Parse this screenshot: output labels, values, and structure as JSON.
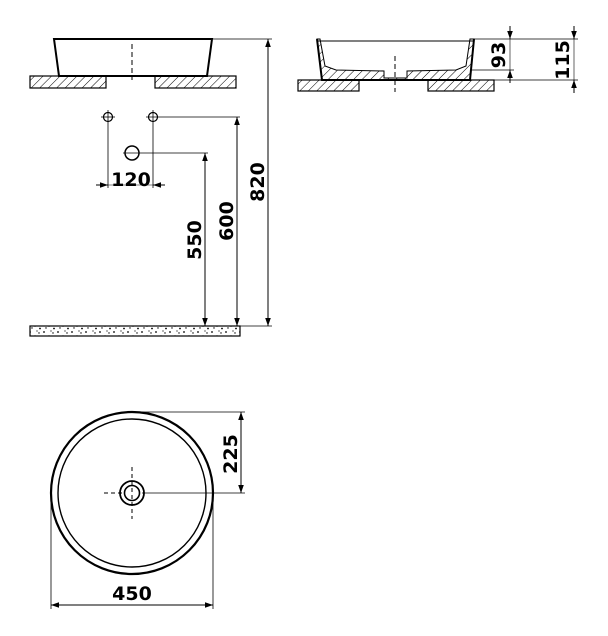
{
  "dimensions": {
    "hole_spacing": "120",
    "drain_height": "550",
    "tap_height": "600",
    "total_height": "820",
    "inner_depth": "93",
    "total_depth": "115",
    "radius": "225",
    "diameter": "450"
  },
  "colors": {
    "line": "#000000",
    "background": "#ffffff"
  }
}
